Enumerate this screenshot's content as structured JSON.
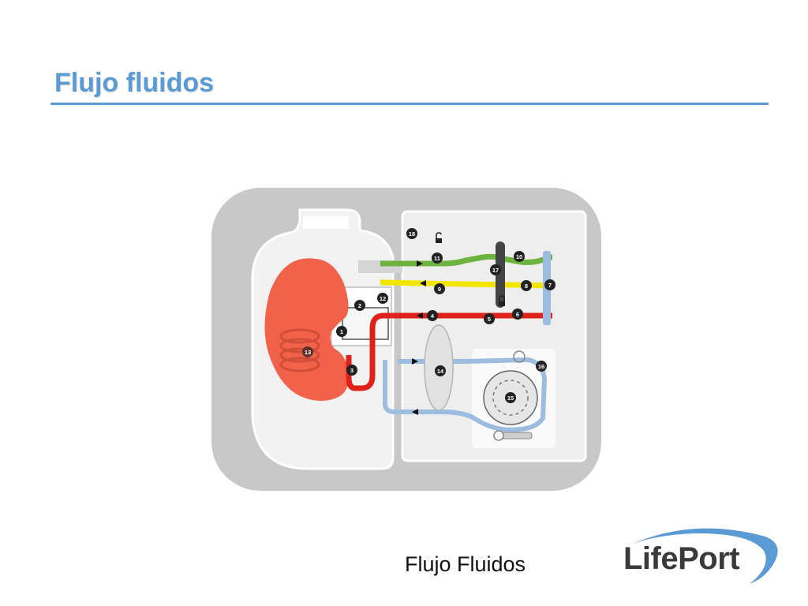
{
  "slide": {
    "title": "Flujo fluidos",
    "caption": "Flujo Fluidos"
  },
  "logo": {
    "text": "LifePort"
  },
  "diagram": {
    "labels": [
      "1",
      "2",
      "3",
      "4",
      "5",
      "6",
      "7",
      "8",
      "9",
      "10",
      "11",
      "12",
      "13",
      "14",
      "15",
      "16",
      "17",
      "18"
    ]
  },
  "colors": {
    "title": "#5b9bd5",
    "kidney": "#f2614a",
    "line_green": "#6cb43f",
    "line_yellow": "#f2e600",
    "line_red": "#e0201b",
    "line_blue": "#9cbde0",
    "housing": "#c8c8c8",
    "panel": "#eeeeee"
  }
}
